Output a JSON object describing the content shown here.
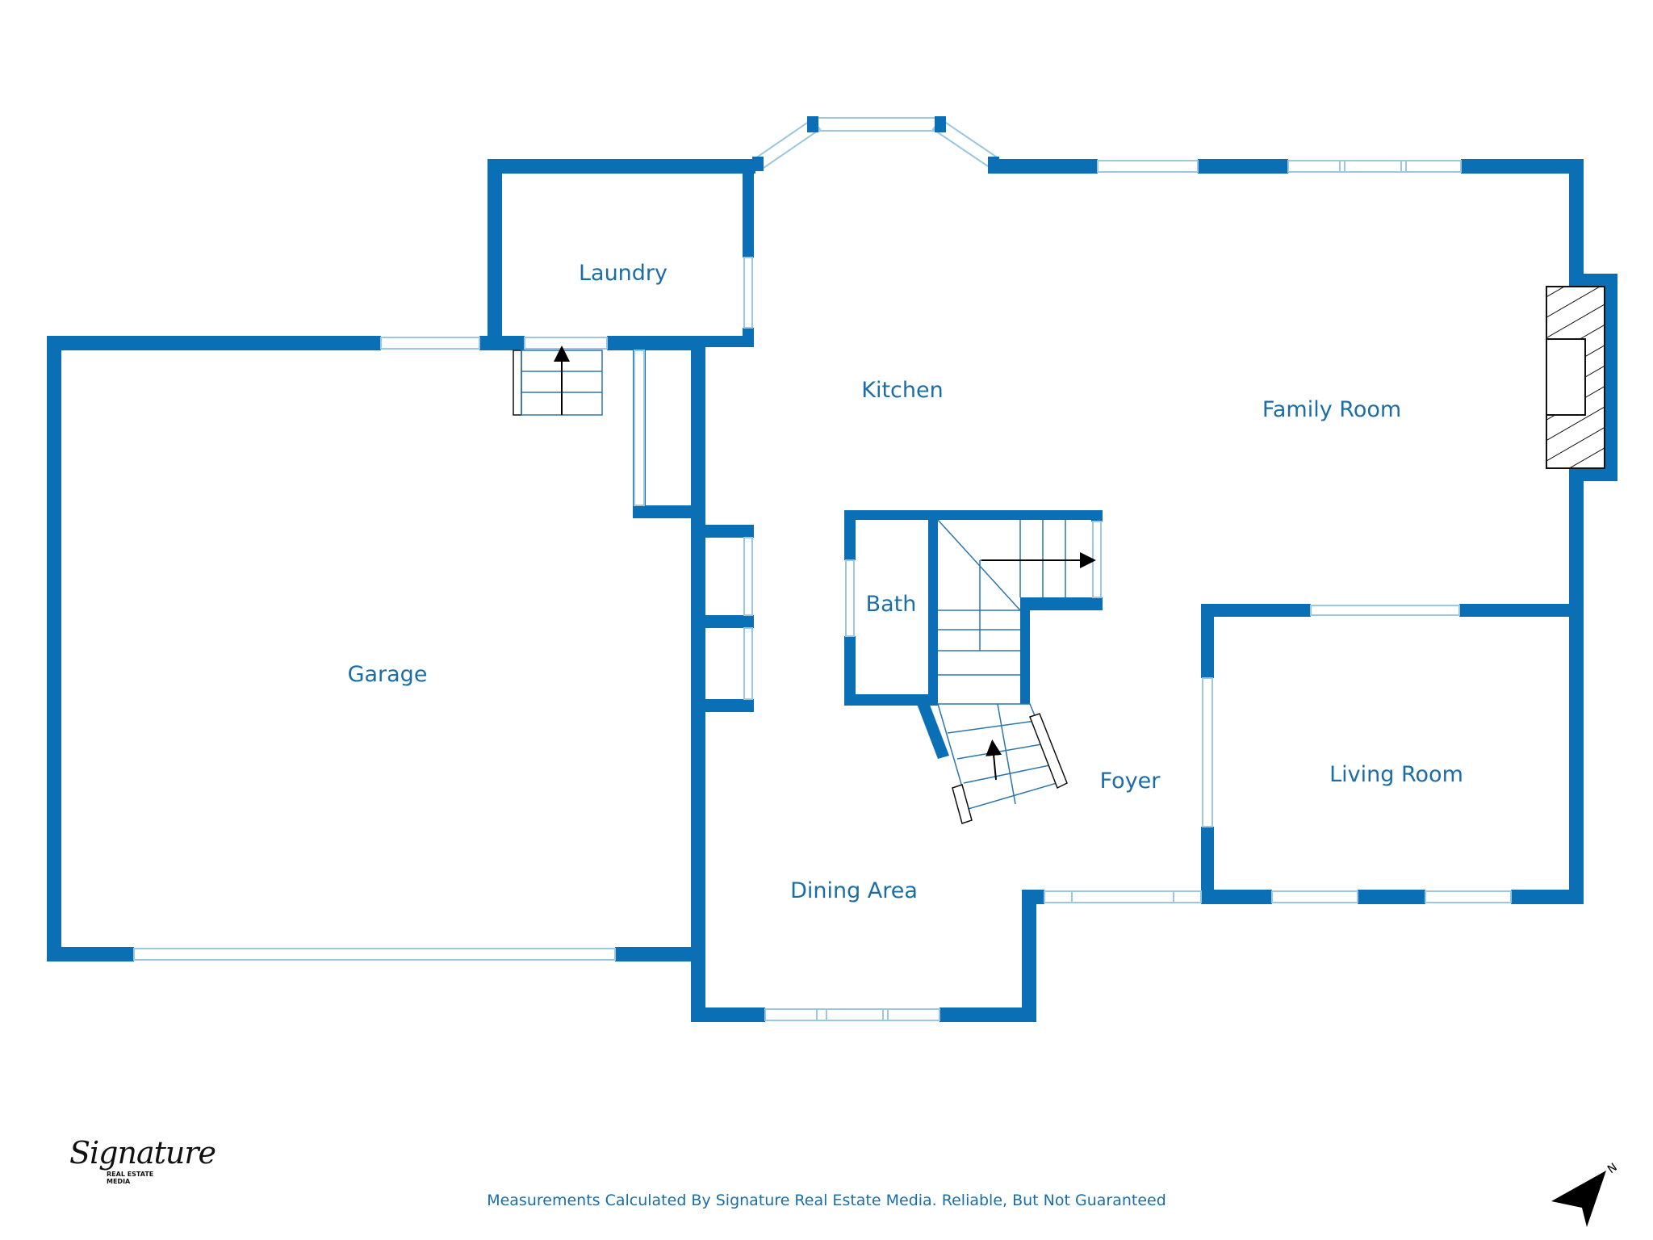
{
  "rooms": {
    "laundry": "Laundry",
    "kitchen": "Kitchen",
    "family_room": "Family Room",
    "garage": "Garage",
    "bath": "Bath",
    "foyer": "Foyer",
    "living_room": "Living Room",
    "dining_area": "Dining Area"
  },
  "footer": {
    "caption": "Measurements Calculated By Signature Real Estate Media. Reliable, But Not Guaranteed",
    "logo_script": "Signature",
    "logo_sub": "REAL ESTATE MEDIA",
    "compass_label": "N"
  },
  "colors": {
    "wall": "#0a6fb5",
    "label": "#1a6ea8",
    "window": "#b8d6ea",
    "stairs": "#2b76ad"
  },
  "icons": {
    "compass": "north-arrow-icon",
    "stairs": "stairs-arrow-icon",
    "fireplace": "fireplace-icon"
  }
}
